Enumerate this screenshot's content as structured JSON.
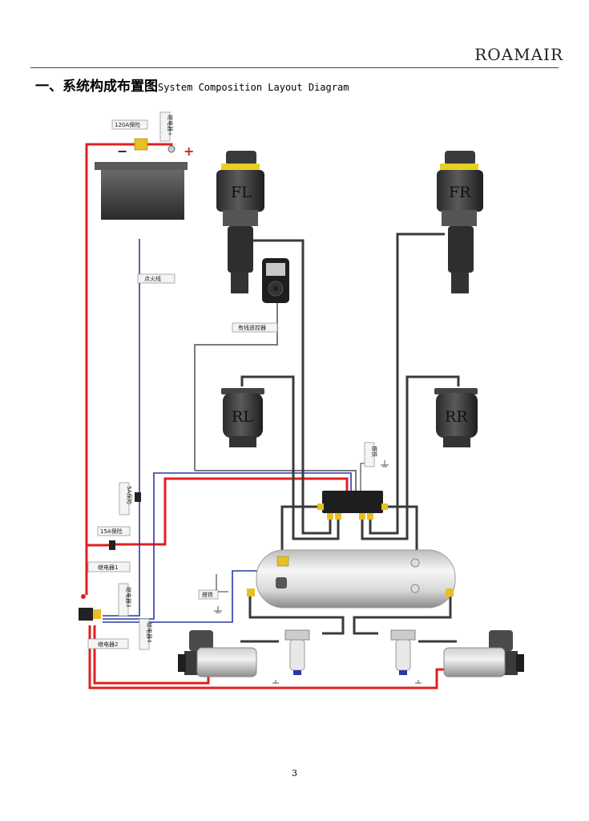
{
  "brand": "ROAMAIR",
  "title": {
    "cn": "一、系统构成布置图",
    "en": "System Composition Layout Diagram"
  },
  "page_number": "3",
  "labels": {
    "fuse_120a": "120A保险",
    "relay_plus": "继电器+",
    "ignition": "点火线",
    "remote": "有线遥控器",
    "fuse_5a": "5A保险",
    "fuse_15a": "15A保险",
    "relay1": "继电器1",
    "relay3": "继电器3",
    "relay4": "继电器4",
    "relay2": "继电器2",
    "ground_valve": "搭铁",
    "ground_tank": "搭铁",
    "battery_minus": "−",
    "battery_plus": "+"
  },
  "wheels": {
    "fl": "FL",
    "fr": "FR",
    "rl": "RL",
    "rr": "RR"
  },
  "colors": {
    "power": "#e02020",
    "signal": "#2a3aa0",
    "air_line": "#3a3a3a",
    "fitting": "#e8c020"
  }
}
